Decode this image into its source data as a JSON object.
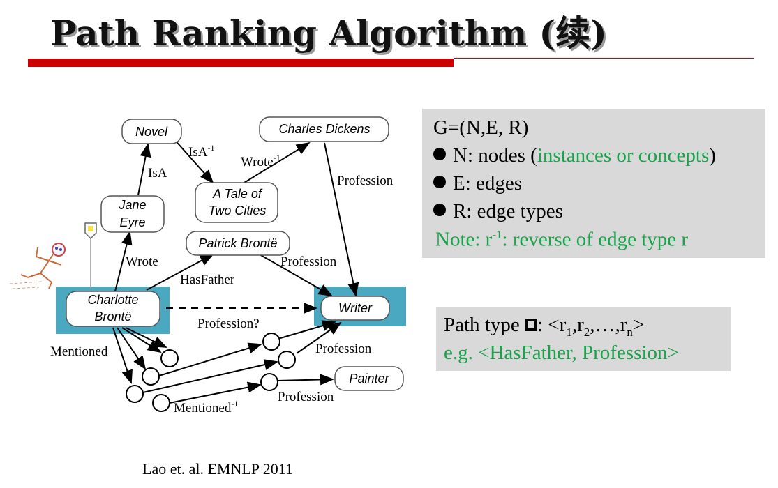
{
  "slide": {
    "title": "Path Ranking Algorithm (续)",
    "citation": "Lao et. al. EMNLP 2011"
  },
  "definitions": {
    "graph": "G=(N,E, R)",
    "n_prefix": "N: nodes (",
    "n_green": "instances or concepts",
    "n_suffix": ")",
    "e_item": "E: edges",
    "r_item": "R: edge types",
    "note": "Note: r",
    "note_sup": "-1",
    "note_rest": ": reverse of edge type r"
  },
  "path_type": {
    "label": "Path type ",
    "seq_prefix": ": <r",
    "sub1": "1",
    "sep1": ",r",
    "sub2": "2",
    "sep2": ",…,r",
    "subn": "n",
    "seq_suffix": ">",
    "example": "e.g. <HasFather, Profession>"
  },
  "diagram": {
    "nodes": {
      "novel": "Novel",
      "charles": "Charles Dickens",
      "tale1": "A Tale of",
      "tale2": "Two Cities",
      "jane1": "Jane",
      "jane2": "Eyre",
      "patrick": "Patrick Brontë",
      "charlotte1": "Charlotte",
      "charlotte2": "Brontë",
      "writer": "Writer",
      "painter": "Painter"
    },
    "edges": {
      "isa_inv": "IsA",
      "isa": "IsA",
      "wrote_inv": "Wrote",
      "profession_cd": "Profession",
      "wrote": "Wrote",
      "profession_pb": "Profession",
      "hasfather": "HasFather",
      "profession_q": "Profession?",
      "mentioned": "Mentioned",
      "profession_w": "Profession",
      "profession_p": "Profession",
      "mentioned_inv": "Mentioned",
      "inv_sup": "-1"
    },
    "colors": {
      "highlight": "#4aa8c0",
      "node_border": "#555555"
    }
  }
}
